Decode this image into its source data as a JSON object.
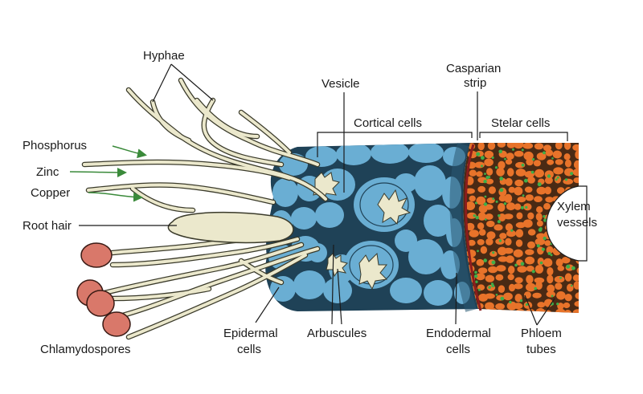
{
  "labels": {
    "hyphae": "Hyphae",
    "vesicle": "Vesicle",
    "casparian_1": "Casparian",
    "casparian_2": "strip",
    "cortical": "Cortical cells",
    "stelar": "Stelar cells",
    "phosphorus": "Phosphorus",
    "zinc": "Zinc",
    "copper": "Copper",
    "root_hair": "Root hair",
    "xylem_1": "Xylem",
    "xylem_2": "vessels",
    "chlamydospores": "Chlamydospores",
    "epidermal_1": "Epidermal",
    "epidermal_2": "cells",
    "arbuscules": "Arbuscules",
    "endodermal_1": "Endodermal",
    "endodermal_2": "cells",
    "phloem_1": "Phloem",
    "phloem_2": "tubes"
  },
  "colors": {
    "cortex_cell": "#6aaed3",
    "cortex_dark": "#1f4257",
    "stelar_cell": "#e8732a",
    "stelar_dark": "#4a2a14",
    "phloem": "#3fae49",
    "hypha": "#ebe8cc",
    "hypha_outline": "#3a3a2a",
    "spore": "#d9786a",
    "casparian": "#8b1d1d",
    "arrow": "#3a8a3a"
  }
}
